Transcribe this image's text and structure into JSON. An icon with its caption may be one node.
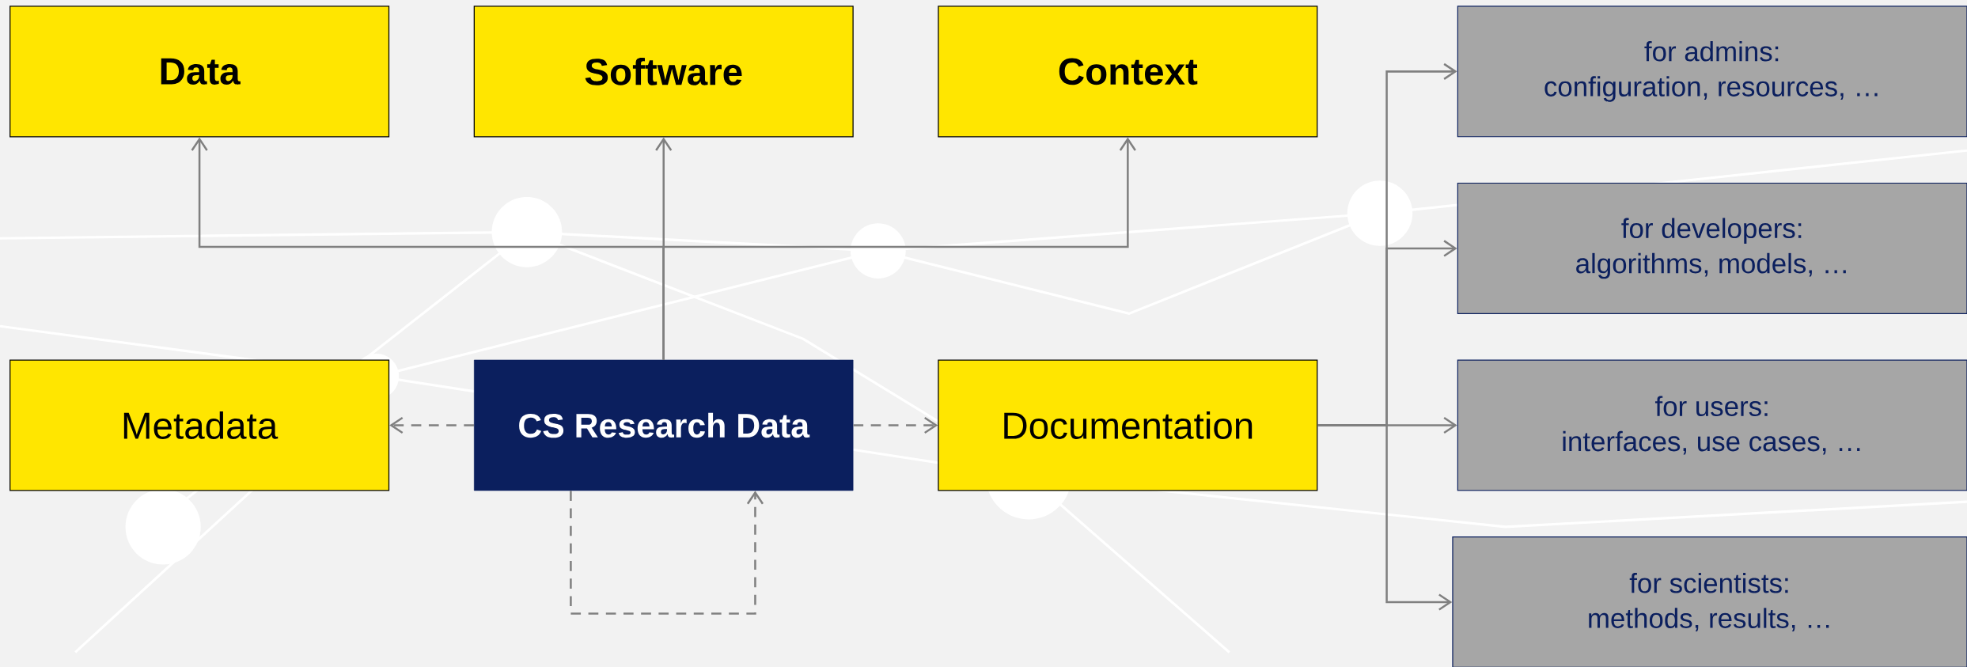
{
  "diagram": {
    "nodes": [
      {
        "text": [
          "Data"
        ]
      },
      {
        "text": [
          "Software"
        ]
      },
      {
        "text": [
          "Context"
        ]
      },
      {
        "text": [
          "Metadata"
        ]
      },
      {
        "text": [
          "CS Research Data"
        ]
      },
      {
        "text": [
          "Documentation"
        ]
      },
      {
        "text": [
          "for admins:",
          "configuration, resources, …"
        ]
      },
      {
        "text": [
          "for developers:",
          "algorithms, models, …"
        ]
      },
      {
        "text": [
          "for users:",
          "interfaces, use cases, …"
        ]
      },
      {
        "text": [
          "for scientists:",
          "methods, results, …"
        ]
      }
    ],
    "edges": [
      {
        "from": 4,
        "to": 0,
        "arrow": "to"
      },
      {
        "from": 4,
        "to": 1,
        "arrow": "to"
      },
      {
        "from": 4,
        "to": 2,
        "arrow": "to"
      },
      {
        "from": 4,
        "to": 3,
        "arrow": "to",
        "style": "dashed"
      },
      {
        "from": 4,
        "to": 5,
        "arrow": "to",
        "style": "dashed"
      },
      {
        "from": 4,
        "to": 4,
        "arrow": "to",
        "style": "dashed"
      },
      {
        "from": 5,
        "to": 6,
        "arrow": "to"
      },
      {
        "from": 5,
        "to": 7,
        "arrow": "to"
      },
      {
        "from": 5,
        "to": 8,
        "arrow": "to"
      },
      {
        "from": 5,
        "to": 9,
        "arrow": "to"
      }
    ]
  }
}
